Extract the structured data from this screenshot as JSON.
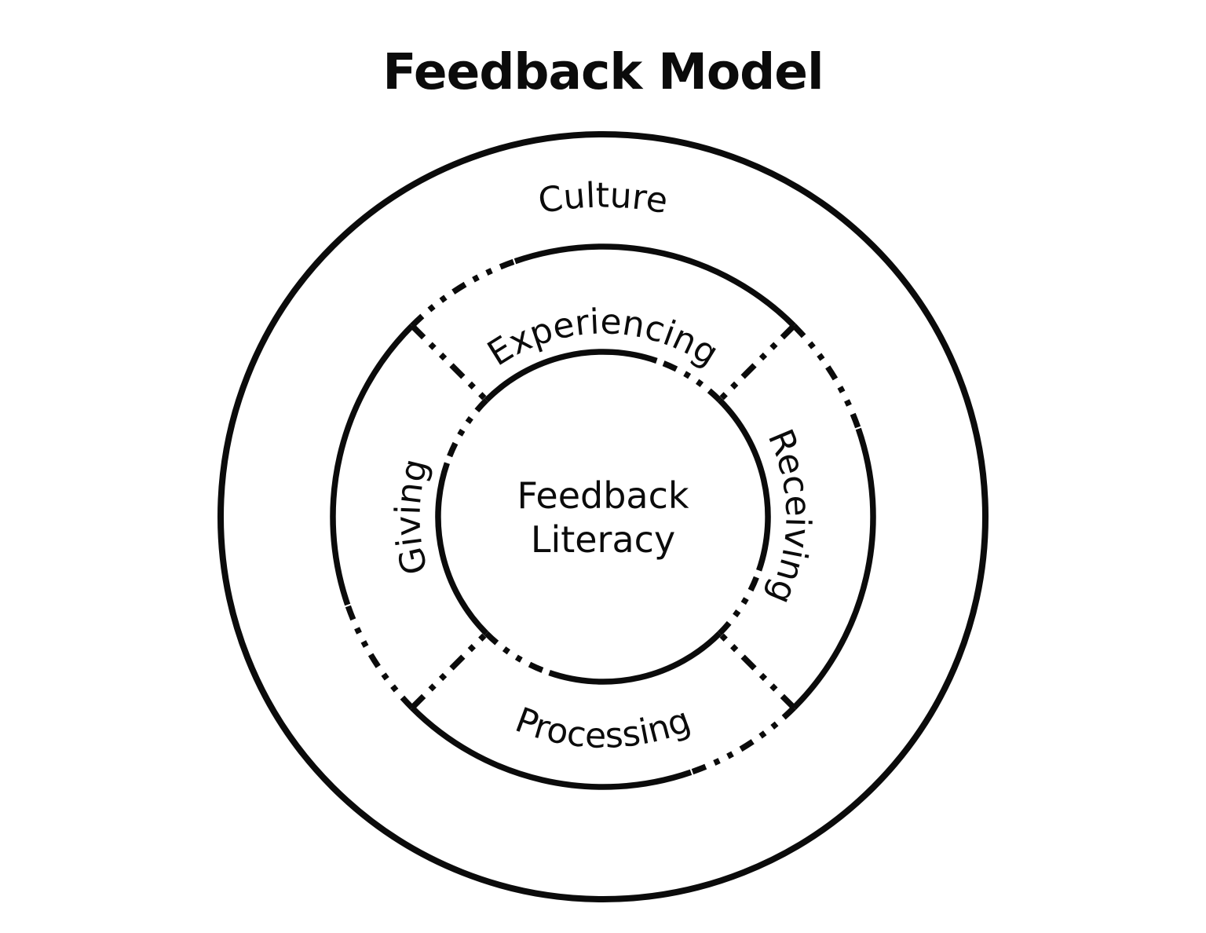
{
  "title": "Feedback Model",
  "colors": {
    "ink": "#0b0b0b",
    "background": "#ffffff"
  },
  "model": {
    "outer_ring": {
      "label": "Culture"
    },
    "middle_ring": {
      "segments": [
        {
          "label": "Experiencing",
          "position": "top"
        },
        {
          "label": "Receiving",
          "position": "right"
        },
        {
          "label": "Processing",
          "position": "bottom"
        },
        {
          "label": "Giving",
          "position": "left"
        }
      ]
    },
    "center": {
      "label_line1": "Feedback",
      "label_line2": "Literacy"
    }
  }
}
